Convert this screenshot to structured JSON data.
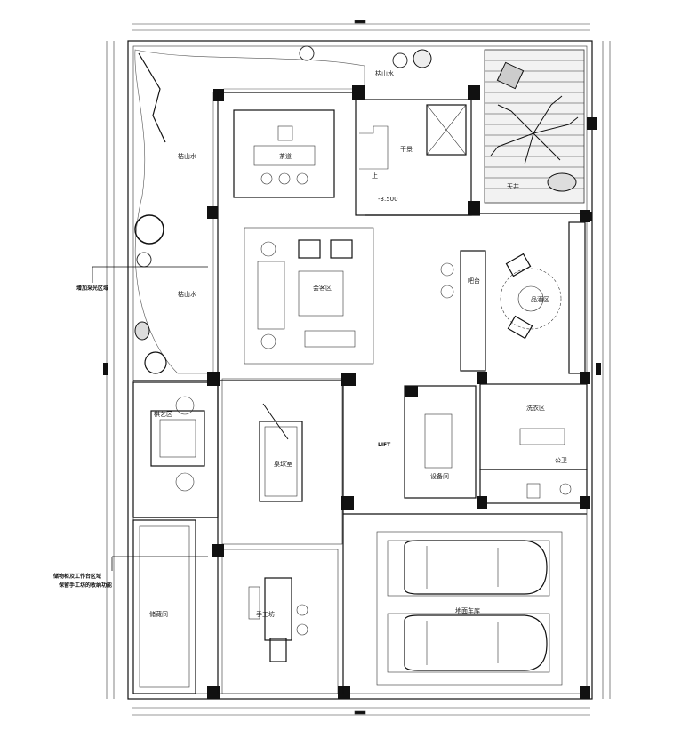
{
  "rooms": {
    "tea_room": "茶道",
    "reception": "会客区",
    "bar": "吧台",
    "tasting": "品酒区",
    "billiards": "桌球室",
    "chess": "棋艺区",
    "studio": "手工坊",
    "storage": "储藏间",
    "laundry": "洗衣区",
    "wc": "公卫",
    "equipment": "设备间",
    "garage": "地面车库",
    "landscape_north": "枯山水",
    "landscape_mid": "枯山水",
    "landscape_low": "枯山水",
    "patio": "天井",
    "dry_landscape_small": "干景",
    "stair_up": "上",
    "level": "-3.500",
    "lift": "LIFT"
  },
  "annotations": {
    "left_top": "增加采光区域",
    "left_bottom_1": "储物柜及工作台区域",
    "left_bottom_2": "保留手工坊的收纳功能"
  },
  "colors": {
    "line": "#111111",
    "background": "#ffffff"
  }
}
